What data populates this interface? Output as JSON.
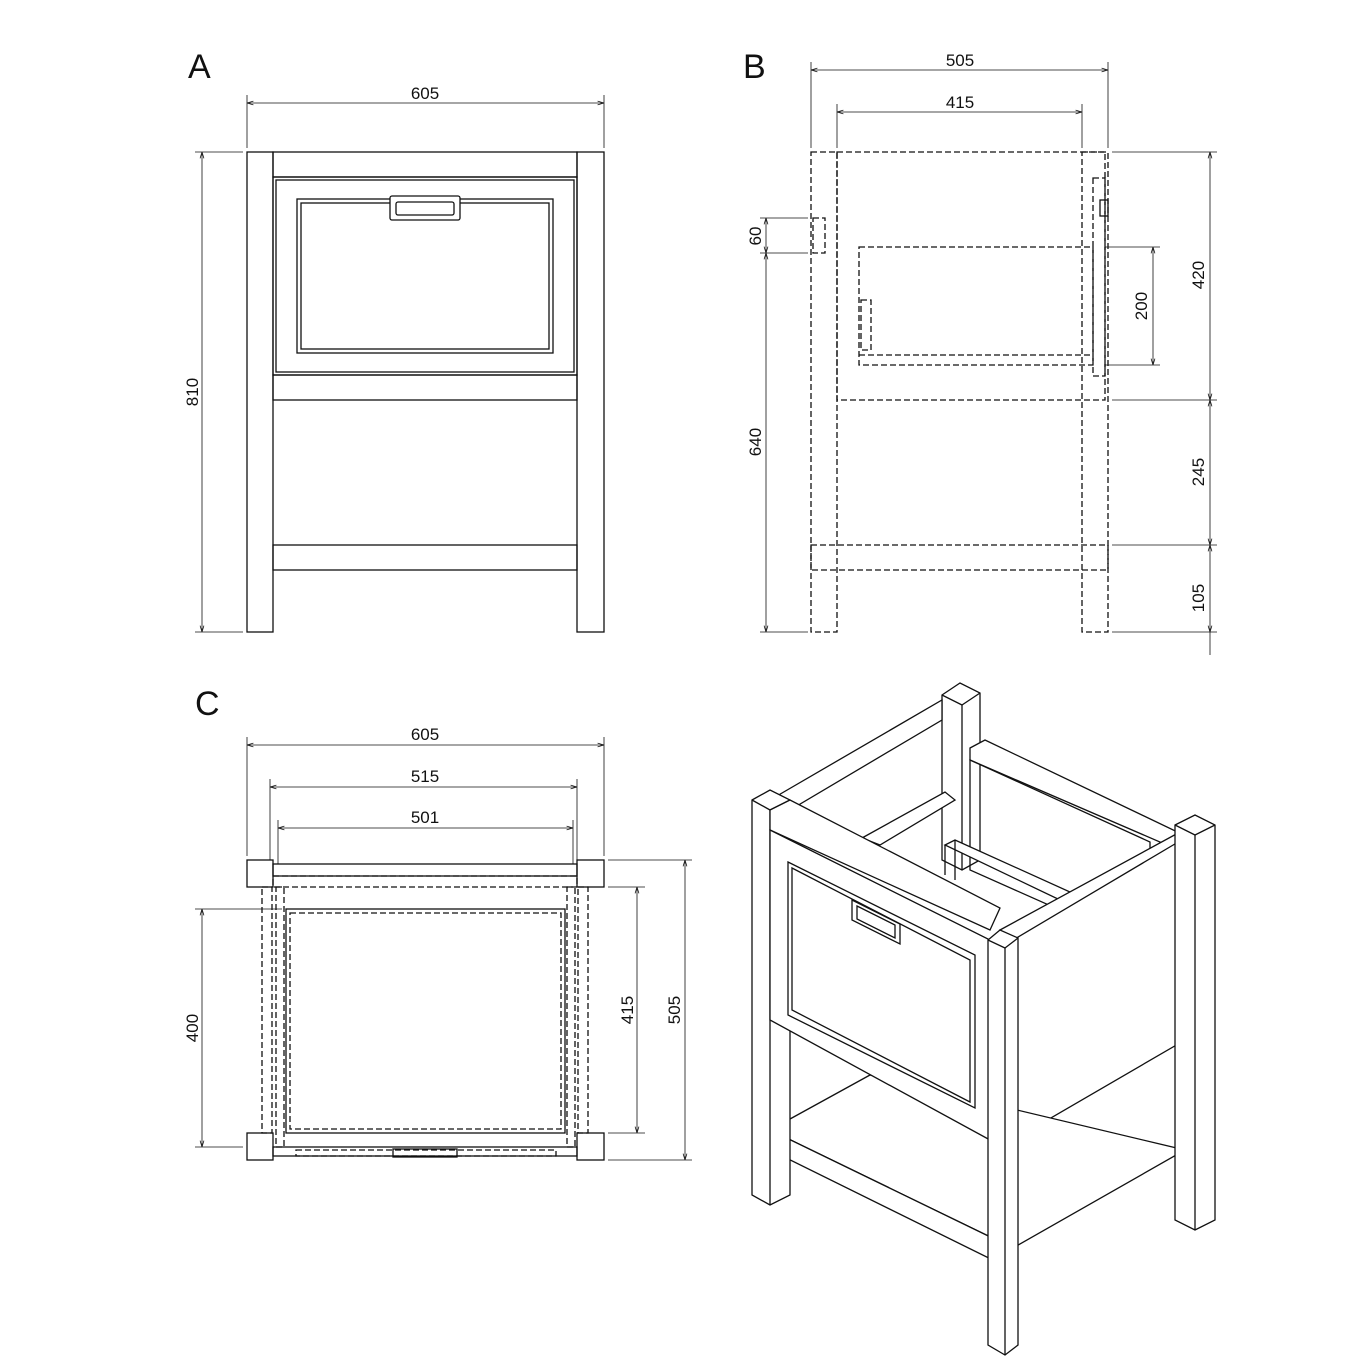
{
  "views": {
    "a": {
      "label": "A",
      "width": "605",
      "height": "810"
    },
    "b": {
      "label": "B",
      "depth": "505",
      "inner_depth": "415",
      "rail_height": "60",
      "leg_to_rail": "640",
      "drawer_height": "200",
      "upper_height": "420",
      "open_height": "245",
      "shelf_to_floor": "105"
    },
    "c": {
      "label": "C",
      "width": "605",
      "inner_width": "515",
      "drawer_width": "501",
      "drawer_depth": "400",
      "inner_depth": "415",
      "depth": "505"
    }
  }
}
